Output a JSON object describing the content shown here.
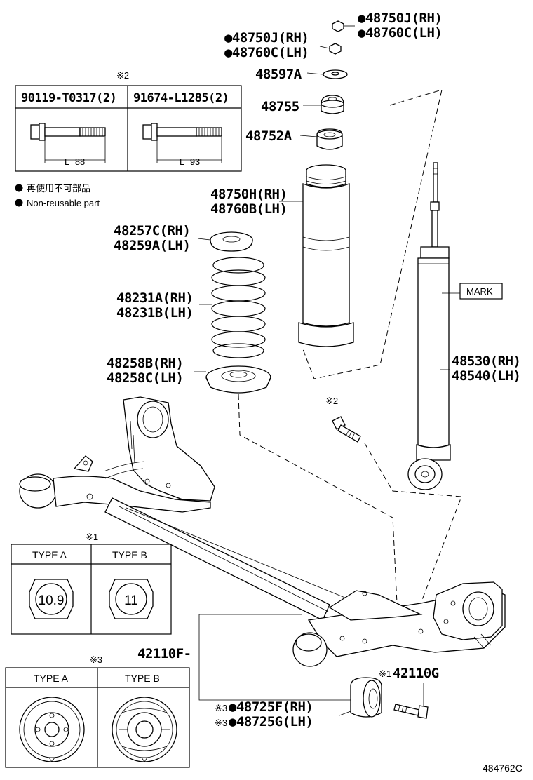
{
  "labels": {
    "nut_top_rh": "●48750J(RH)",
    "nut_top_lh": "●48760C(LH)",
    "nut_mid_rh": "●48750J(RH)",
    "nut_mid_lh": "●48760C(LH)",
    "washer": "48597A",
    "cushion": "48755",
    "retainer": "48752A",
    "boot_rh": "48750H(RH)",
    "boot_lh": "48760B(LH)",
    "upper_insulator_rh": "48257C(RH)",
    "upper_insulator_lh": "48259A(LH)",
    "spring_rh": "48231A(RH)",
    "spring_lh": "48231B(LH)",
    "lower_insulator_rh": "48258B(RH)",
    "lower_insulator_lh": "48258C(LH)",
    "absorber_rh": "48530(RH)",
    "absorber_lh": "48540(LH)",
    "axle_beam": "42110F-",
    "axle_bolt": "42110G",
    "bushing_rh": "●48725F(RH)",
    "bushing_lh": "●48725G(LH)",
    "mark_label": "MARK",
    "diagram_id": "484762C"
  },
  "markers": {
    "ref1": "※1",
    "ref2": "※2",
    "ref3": "※3"
  },
  "legend": {
    "jp": "再使用不可部品",
    "en": "Non-reusable part"
  },
  "bolt_box": {
    "col1_part": "90119-T0317(2)",
    "col2_part": "91674-L1285(2)",
    "col1_length": "L=88",
    "col2_length": "L=93"
  },
  "nut_type_box": {
    "type_a": "TYPE A",
    "type_b": "TYPE B",
    "value_a": "10.9",
    "value_b": "11"
  },
  "bushing_type_box": {
    "type_a": "TYPE A",
    "type_b": "TYPE B"
  }
}
